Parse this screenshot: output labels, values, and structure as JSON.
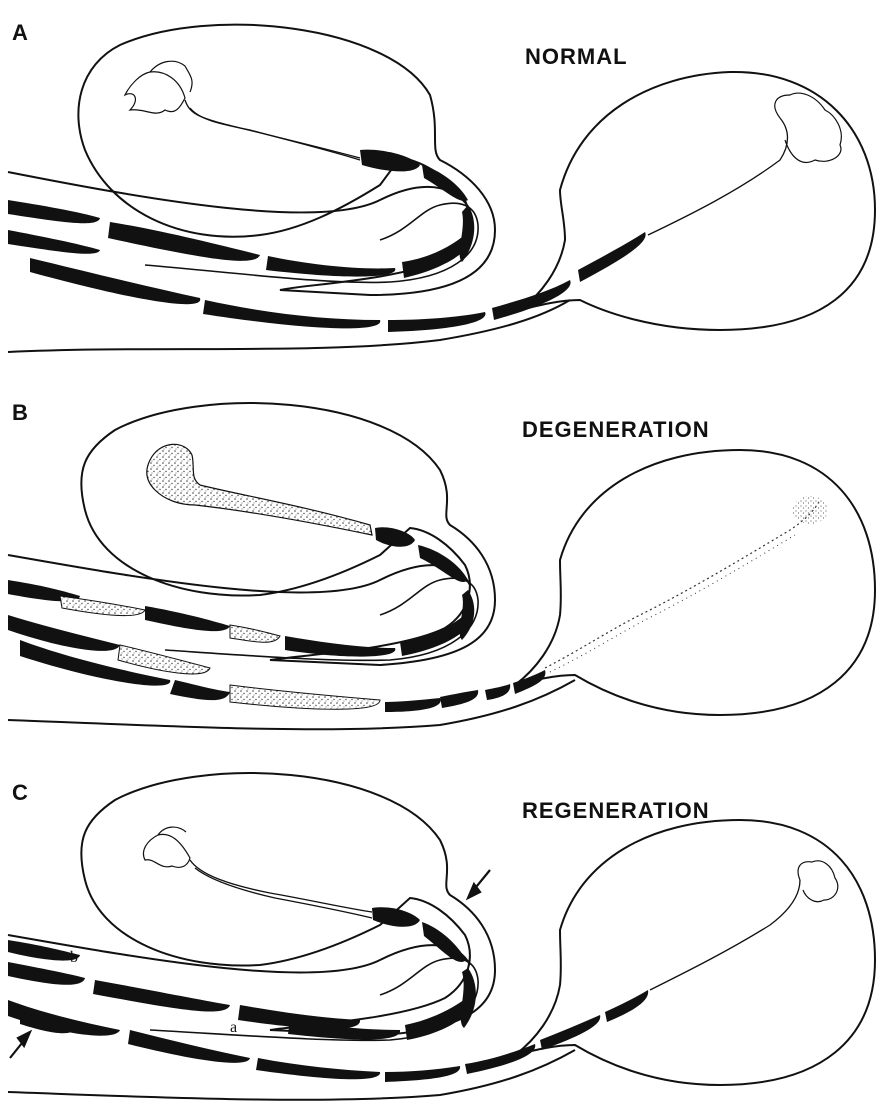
{
  "panels": [
    {
      "letter": "A",
      "title": "NORMAL"
    },
    {
      "letter": "B",
      "title": "DEGENERATION"
    },
    {
      "letter": "C",
      "title": "REGENERATION"
    }
  ],
  "markers": {
    "a": "a",
    "b": "b"
  },
  "colors": {
    "ink": "#111111",
    "paper": "#ffffff",
    "stipple": "#555555"
  }
}
